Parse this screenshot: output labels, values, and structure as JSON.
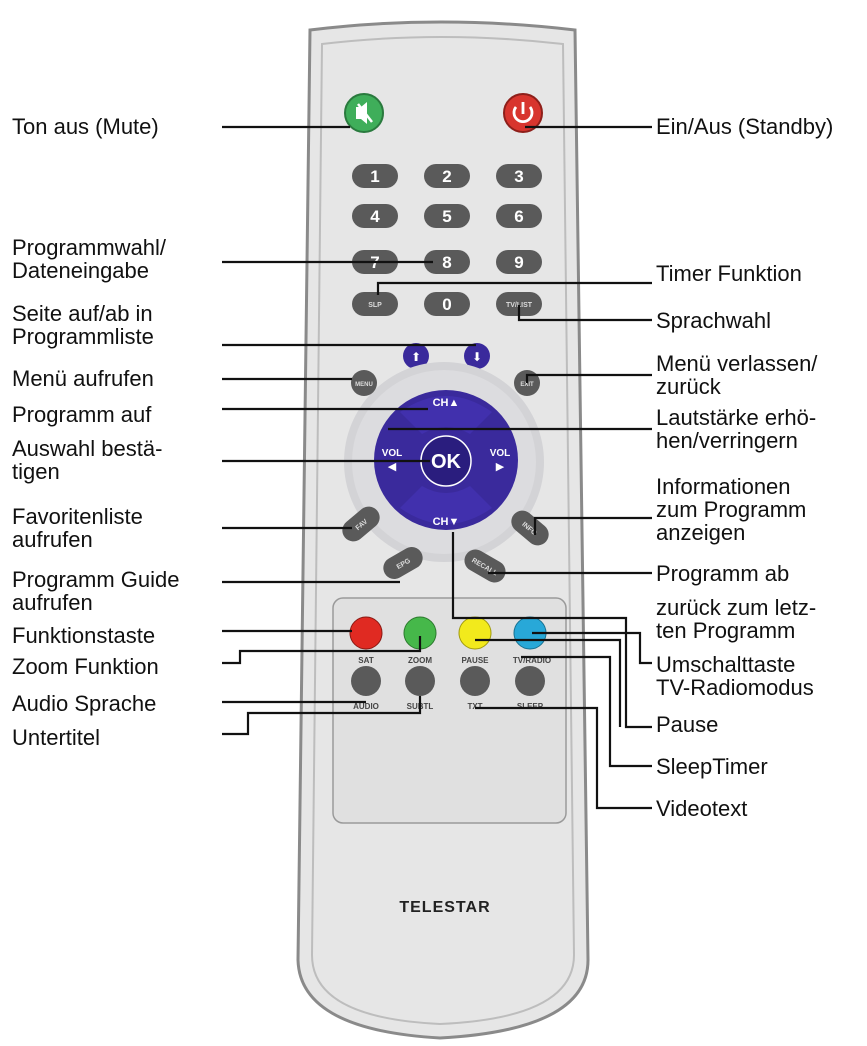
{
  "colors": {
    "remote_body": "#e6e6e6",
    "remote_edge": "#8a8a8a",
    "nav_ring": "#d3d3d6",
    "nav_blue": "#3a2a9c",
    "key_dark": "#5a5a5a",
    "mute_green": "#3fae5a",
    "power_red": "#d8352e",
    "red": "#e02a22",
    "green": "#46b84a",
    "yellow": "#f2ea1c",
    "blue": "#28a8d8"
  },
  "remote": {
    "brand": "TELESTAR",
    "number_keys": [
      "1",
      "2",
      "3",
      "4",
      "5",
      "6",
      "7",
      "8",
      "9",
      "0"
    ],
    "small_keys": {
      "timer": "SLP",
      "lang": "TV/LIST",
      "menu": "MENU",
      "exit": "EXIT",
      "fav": "FAV",
      "epg": "EPG",
      "recall": "RECALL",
      "info": "INFO"
    },
    "nav": {
      "ch_up": "CH▲",
      "ch_down": "CH▼",
      "vol_left": "VOL",
      "vol_right": "VOL",
      "ok": "OK"
    },
    "color_key_labels": [
      "SAT",
      "ZOOM",
      "PAUSE",
      "TV/RADIO"
    ],
    "bottom_key_labels": [
      "AUDIO",
      "SUBTL",
      "TXT",
      "SLEEP"
    ]
  },
  "labels": {
    "mute": "Ton aus (Mute)",
    "power": "Ein/Aus (Standby)",
    "numbers": "Programmwahl/\nDateneingabe",
    "timer": "Timer Funktion",
    "page": "Seite auf/ab in\nProgrammliste",
    "lang": "Sprachwahl",
    "menu": "Menü aufrufen",
    "exit": "Menü verlassen/\nzurück",
    "ch_up": "Programm auf",
    "vol": "Lautstärke erhö-\nhen/verringern",
    "ok": "Auswahl bestä-\ntigen",
    "info": "Informationen\nzum Programm\nanzeigen",
    "fav": "Favoritenliste\naufrufen",
    "epg": "Programm Guide\naufrufen",
    "ch_down": "Programm ab",
    "recall": "zurück zum letz-\nten Programm",
    "func": "Funktionstaste",
    "zoom": "Zoom Funktion",
    "tvradio": "Umschalttaste\nTV-Radiomodus",
    "audio": "Audio Sprache",
    "pause": "Pause",
    "subtitle": "Untertitel",
    "sleep": "SleepTimer",
    "teletext": "Videotext"
  }
}
